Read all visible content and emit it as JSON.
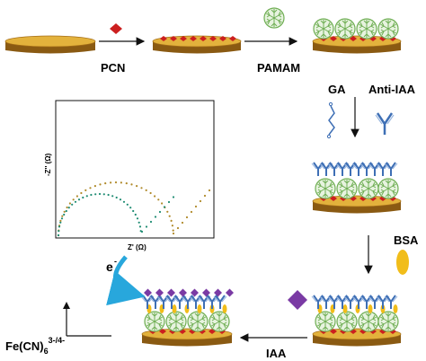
{
  "labels": {
    "pcn": "PCN",
    "pamam": "PAMAM",
    "ga": "GA",
    "anti_iaa": "Anti-IAA",
    "bsa": "BSA",
    "iaa": "IAA",
    "electron": "e",
    "electron_sup": "-",
    "probe_main": "Fe(CN)",
    "probe_sub": "6",
    "probe_sup": "3-/4-"
  },
  "inset_chart": {
    "xlabel": "Z' (Ω)",
    "ylabel": "-Z'' (Ω)"
  },
  "colors": {
    "electrode_top": "#e3b23c",
    "electrode_side": "#8a5a12",
    "pcn": "#cc1f1f",
    "pamam": "#6fae54",
    "antibody": "#3e6fb5",
    "bsa": "#f1bd1a",
    "iaa": "#7a3aa4",
    "electron_arrow": "#28a7dc",
    "series_orange": "#b08a2a",
    "series_teal": "#1f8c73"
  },
  "icons": [
    "electrode-disk",
    "pcn-diamond",
    "pamam-dendrimer",
    "glutaraldehyde-chain",
    "antibody-y",
    "bsa-ellipse",
    "iaa-diamond",
    "electron-transfer-arrow"
  ]
}
